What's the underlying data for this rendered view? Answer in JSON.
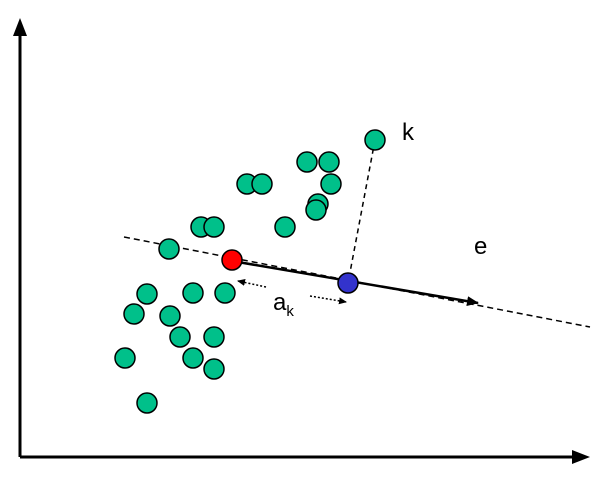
{
  "labels": {
    "point_label": "k",
    "direction_label": "e",
    "projection_main": "a",
    "projection_sub": "k"
  },
  "colors": {
    "background": "#ffffff",
    "point_fill": "#00c08a",
    "point_stroke": "#000000",
    "mean_point_fill": "#ff0000",
    "projection_point_fill": "#3333cc",
    "line_color": "#000000"
  }
}
